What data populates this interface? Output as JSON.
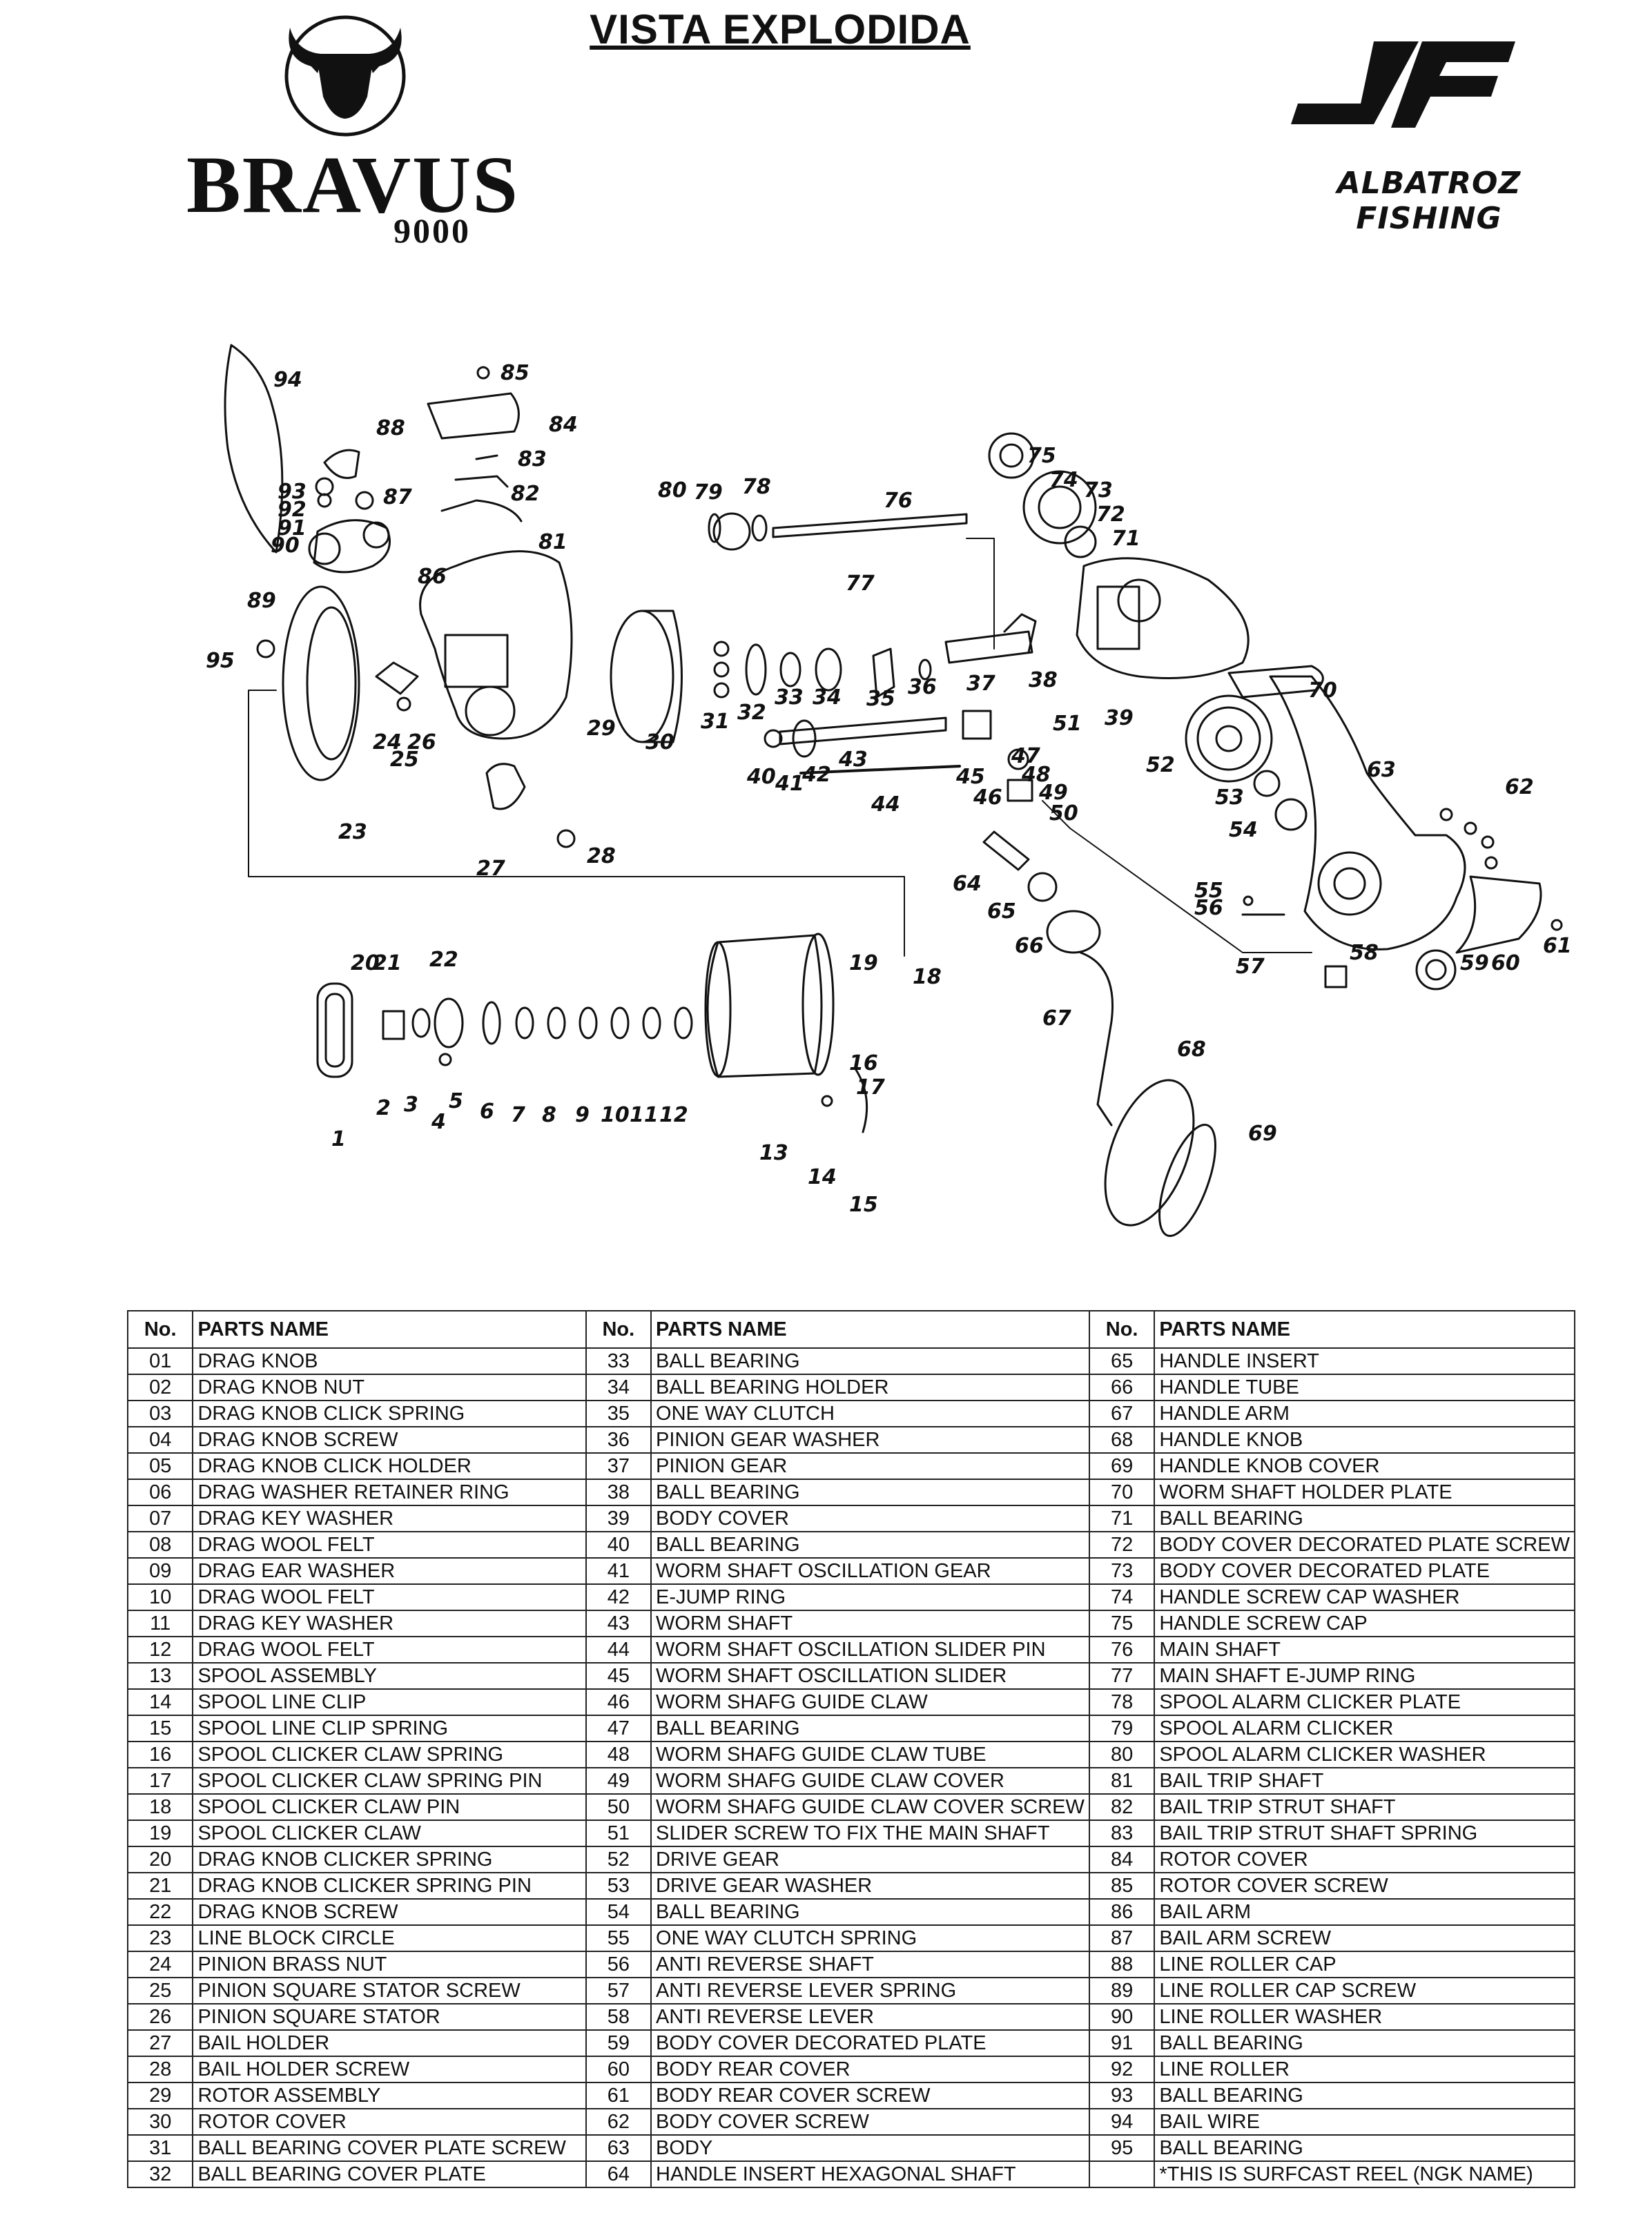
{
  "header": {
    "title": "VISTA EXPLODIDA",
    "brand_left": {
      "name": "BRAVUS",
      "model": "9000"
    },
    "brand_right": {
      "name": "ALBATROZ FISHING",
      "mark": "AF"
    }
  },
  "diagram": {
    "labels": [
      "1",
      "2",
      "3",
      "4",
      "5",
      "6",
      "7",
      "8",
      "9",
      "10",
      "11",
      "12",
      "13",
      "14",
      "15",
      "16",
      "17",
      "18",
      "19",
      "20",
      "21",
      "22",
      "23",
      "24",
      "25",
      "26",
      "27",
      "28",
      "29",
      "30",
      "31",
      "32",
      "33",
      "34",
      "35",
      "36",
      "37",
      "38",
      "39",
      "40",
      "41",
      "42",
      "43",
      "44",
      "45",
      "46",
      "47",
      "48",
      "49",
      "50",
      "51",
      "52",
      "53",
      "54",
      "55",
      "56",
      "57",
      "58",
      "59",
      "60",
      "61",
      "62",
      "63",
      "64",
      "65",
      "66",
      "67",
      "68",
      "69",
      "70",
      "71",
      "72",
      "73",
      "74",
      "75",
      "76",
      "77",
      "78",
      "79",
      "80",
      "81",
      "82",
      "83",
      "84",
      "85",
      "86",
      "87",
      "88",
      "89",
      "90",
      "91",
      "92",
      "93",
      "94",
      "95"
    ]
  },
  "table": {
    "headers": {
      "no": "No.",
      "name": "PARTS NAME"
    },
    "rows": [
      [
        [
          "01",
          "DRAG KNOB"
        ],
        [
          "33",
          "BALL BEARING"
        ],
        [
          "65",
          "HANDLE INSERT"
        ]
      ],
      [
        [
          "02",
          "DRAG KNOB NUT"
        ],
        [
          "34",
          "BALL BEARING HOLDER"
        ],
        [
          "66",
          "HANDLE TUBE"
        ]
      ],
      [
        [
          "03",
          "DRAG KNOB CLICK SPRING"
        ],
        [
          "35",
          "ONE WAY CLUTCH"
        ],
        [
          "67",
          "HANDLE ARM"
        ]
      ],
      [
        [
          "04",
          "DRAG KNOB SCREW"
        ],
        [
          "36",
          "PINION GEAR WASHER"
        ],
        [
          "68",
          "HANDLE KNOB"
        ]
      ],
      [
        [
          "05",
          "DRAG KNOB CLICK HOLDER"
        ],
        [
          "37",
          "PINION GEAR"
        ],
        [
          "69",
          "HANDLE KNOB COVER"
        ]
      ],
      [
        [
          "06",
          "DRAG WASHER RETAINER RING"
        ],
        [
          "38",
          "BALL BEARING"
        ],
        [
          "70",
          "WORM SHAFT HOLDER PLATE"
        ]
      ],
      [
        [
          "07",
          "DRAG KEY WASHER"
        ],
        [
          "39",
          "BODY COVER"
        ],
        [
          "71",
          "BALL BEARING"
        ]
      ],
      [
        [
          "08",
          "DRAG WOOL FELT"
        ],
        [
          "40",
          "BALL BEARING"
        ],
        [
          "72",
          "BODY COVER DECORATED PLATE SCREW"
        ]
      ],
      [
        [
          "09",
          "DRAG EAR WASHER"
        ],
        [
          "41",
          "WORM SHAFT OSCILLATION GEAR"
        ],
        [
          "73",
          "BODY COVER DECORATED PLATE"
        ]
      ],
      [
        [
          "10",
          "DRAG WOOL FELT"
        ],
        [
          "42",
          "E-JUMP RING"
        ],
        [
          "74",
          "HANDLE SCREW CAP WASHER"
        ]
      ],
      [
        [
          "11",
          "DRAG KEY WASHER"
        ],
        [
          "43",
          "WORM SHAFT"
        ],
        [
          "75",
          "HANDLE SCREW CAP"
        ]
      ],
      [
        [
          "12",
          "DRAG WOOL FELT"
        ],
        [
          "44",
          "WORM SHAFT OSCILLATION SLIDER PIN"
        ],
        [
          "76",
          "MAIN SHAFT"
        ]
      ],
      [
        [
          "13",
          "SPOOL ASSEMBLY"
        ],
        [
          "45",
          "WORM SHAFT OSCILLATION SLIDER"
        ],
        [
          "77",
          "MAIN SHAFT E-JUMP RING"
        ]
      ],
      [
        [
          "14",
          "SPOOL LINE CLIP"
        ],
        [
          "46",
          "WORM SHAFG GUIDE CLAW"
        ],
        [
          "78",
          "SPOOL ALARM CLICKER PLATE"
        ]
      ],
      [
        [
          "15",
          "SPOOL LINE CLIP SPRING"
        ],
        [
          "47",
          "BALL BEARING"
        ],
        [
          "79",
          "SPOOL ALARM CLICKER"
        ]
      ],
      [
        [
          "16",
          "SPOOL CLICKER CLAW SPRING"
        ],
        [
          "48",
          "WORM SHAFG GUIDE CLAW TUBE"
        ],
        [
          "80",
          "SPOOL ALARM CLICKER WASHER"
        ]
      ],
      [
        [
          "17",
          "SPOOL CLICKER CLAW SPRING PIN"
        ],
        [
          "49",
          "WORM SHAFG GUIDE CLAW COVER"
        ],
        [
          "81",
          "BAIL TRIP SHAFT"
        ]
      ],
      [
        [
          "18",
          "SPOOL CLICKER CLAW PIN"
        ],
        [
          "50",
          "WORM SHAFG GUIDE CLAW COVER SCREW"
        ],
        [
          "82",
          "BAIL TRIP STRUT SHAFT"
        ]
      ],
      [
        [
          "19",
          "SPOOL CLICKER CLAW"
        ],
        [
          "51",
          "SLIDER SCREW TO FIX THE MAIN SHAFT"
        ],
        [
          "83",
          "BAIL TRIP STRUT SHAFT SPRING"
        ]
      ],
      [
        [
          "20",
          "DRAG KNOB CLICKER SPRING"
        ],
        [
          "52",
          "DRIVE GEAR"
        ],
        [
          "84",
          "ROTOR COVER"
        ]
      ],
      [
        [
          "21",
          "DRAG KNOB CLICKER SPRING PIN"
        ],
        [
          "53",
          "DRIVE GEAR WASHER"
        ],
        [
          "85",
          "ROTOR COVER SCREW"
        ]
      ],
      [
        [
          "22",
          "DRAG KNOB SCREW"
        ],
        [
          "54",
          "BALL BEARING"
        ],
        [
          "86",
          "BAIL ARM"
        ]
      ],
      [
        [
          "23",
          "LINE BLOCK CIRCLE"
        ],
        [
          "55",
          "ONE WAY CLUTCH SPRING"
        ],
        [
          "87",
          "BAIL ARM SCREW"
        ]
      ],
      [
        [
          "24",
          "PINION BRASS NUT"
        ],
        [
          "56",
          "ANTI REVERSE SHAFT"
        ],
        [
          "88",
          "LINE ROLLER CAP"
        ]
      ],
      [
        [
          "25",
          "PINION SQUARE STATOR SCREW"
        ],
        [
          "57",
          "ANTI REVERSE LEVER SPRING"
        ],
        [
          "89",
          "LINE ROLLER CAP SCREW"
        ]
      ],
      [
        [
          "26",
          "PINION SQUARE STATOR"
        ],
        [
          "58",
          "ANTI REVERSE LEVER"
        ],
        [
          "90",
          "LINE ROLLER WASHER"
        ]
      ],
      [
        [
          "27",
          "BAIL HOLDER"
        ],
        [
          "59",
          "BODY COVER DECORATED PLATE"
        ],
        [
          "91",
          "BALL BEARING"
        ]
      ],
      [
        [
          "28",
          "BAIL HOLDER SCREW"
        ],
        [
          "60",
          "BODY REAR COVER"
        ],
        [
          "92",
          "LINE ROLLER"
        ]
      ],
      [
        [
          "29",
          "ROTOR ASSEMBLY"
        ],
        [
          "61",
          "BODY REAR COVER SCREW"
        ],
        [
          "93",
          "BALL BEARING"
        ]
      ],
      [
        [
          "30",
          "ROTOR COVER"
        ],
        [
          "62",
          "BODY COVER SCREW"
        ],
        [
          "94",
          "BAIL WIRE"
        ]
      ],
      [
        [
          "31",
          "BALL BEARING COVER PLATE SCREW"
        ],
        [
          "63",
          "BODY"
        ],
        [
          "95",
          "BALL BEARING"
        ]
      ],
      [
        [
          "32",
          "BALL BEARING COVER PLATE"
        ],
        [
          "64",
          "HANDLE INSERT HEXAGONAL SHAFT"
        ],
        [
          "",
          "*THIS IS SURFCAST REEL (NGK NAME)"
        ]
      ]
    ]
  }
}
